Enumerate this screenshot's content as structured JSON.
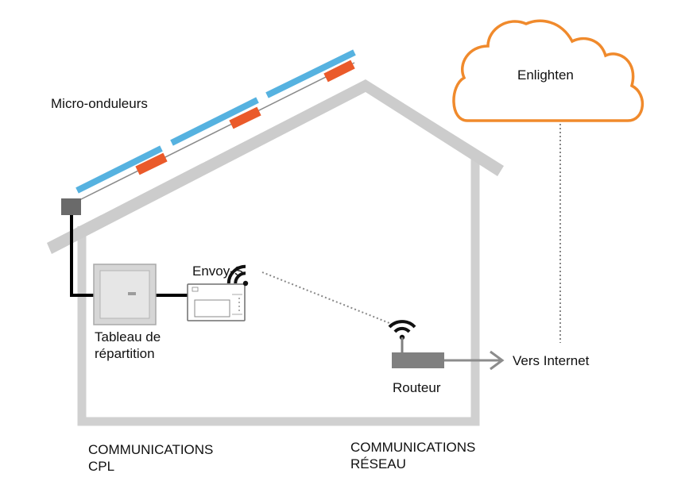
{
  "labels": {
    "micro_inverters": "Micro-onduleurs",
    "cloud": "Enlighten",
    "envoy": "Envoy-S",
    "panel_line1": "Tableau de",
    "panel_line2": "répartition",
    "router": "Routeur",
    "internet": "Vers Internet",
    "plc_line1": "COMMUNICATIONS",
    "plc_line2": "CPL",
    "net_line1": "COMMUNICATIONS",
    "net_line2": "RÉSEAU"
  },
  "colors": {
    "house": "#d0d0d0",
    "roof": "#cccccc",
    "solar_panel": "#56b2e0",
    "micro_inverter": "#ea5a2a",
    "cable": "#000000",
    "cloud_stroke": "#f08a2c",
    "router": "#808080",
    "arrow": "#8c8c8c",
    "dotted_link": "#888888",
    "wifi": "#111111"
  },
  "icons": {
    "wifi_envoy": "wifi-icon",
    "wifi_router": "wifi-icon",
    "cloud": "cloud-icon",
    "arrow": "arrow-right-icon"
  }
}
